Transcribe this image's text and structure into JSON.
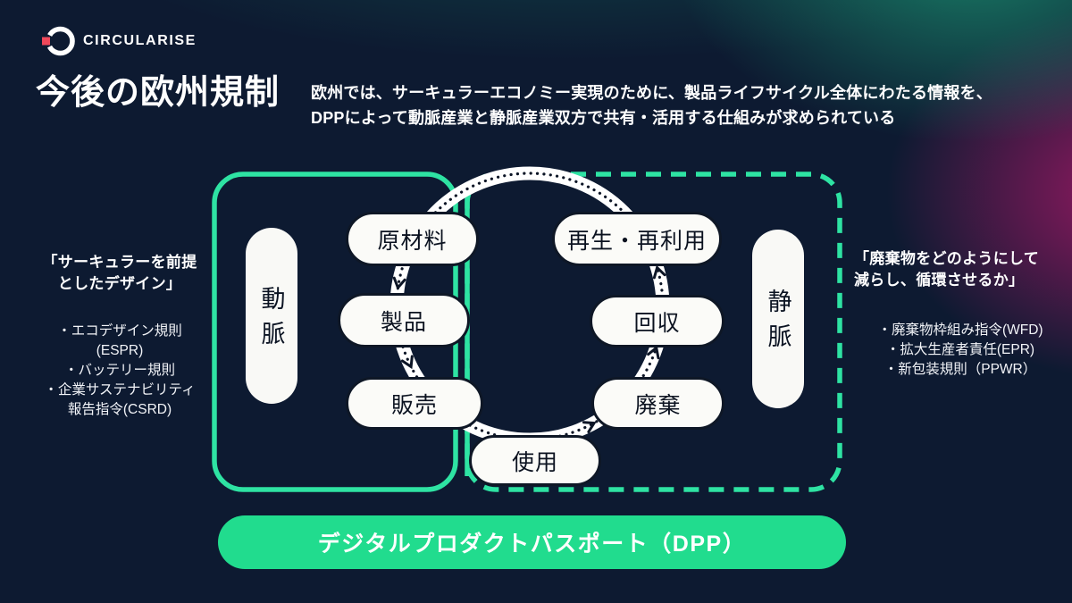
{
  "colors": {
    "background_navy": "#0D1A31",
    "box_border_green": "#2EE3A3",
    "banner_green": "#21DC8E",
    "logo_red": "#F0485A",
    "ring_white": "#FFFFFF",
    "glow_teal": "#1A8C6E",
    "glow_magenta": "#AC186A"
  },
  "logo": {
    "brand": "CIRCULARISE",
    "icon": "circularise-ring-icon"
  },
  "header": {
    "title": "今後の欧州規制",
    "subtitle_lines": [
      "欧州では、サーキュラーエコノミー実現のために、製品ライフサイクル全体にわたる情報を、",
      "DPPによって動脈産業と静脈産業双方で共有・活用する仕組みが求められている"
    ]
  },
  "left_panel": {
    "heading_lines": [
      "「サーキュラーを前提",
      "としたデザイン」"
    ],
    "bullet_lines": [
      "・エコデザイン規則",
      "(ESPR)",
      "・バッテリー規則",
      "・企業サステナビリティ",
      "報告指令(CSRD)"
    ]
  },
  "right_panel": {
    "heading_lines": [
      "「廃棄物をどのようにして",
      "減らし、循環させるか」"
    ],
    "bullet_lines": [
      "・廃棄物枠組み指令(WFD)",
      "・拡大生産者責任(EPR)",
      "・新包装規則（PPWR）"
    ]
  },
  "diagram": {
    "arterial_label": "動脈",
    "venous_label": "静脈",
    "cycle_nodes": [
      "原材料",
      "製品",
      "販売",
      "使用",
      "廃棄",
      "回収",
      "再生・再利用"
    ],
    "flow_direction": "原材料→製品→販売→使用→廃棄→回収→再生・再利用"
  },
  "banner": {
    "label": "デジタルプロダクトパスポート（DPP）"
  }
}
